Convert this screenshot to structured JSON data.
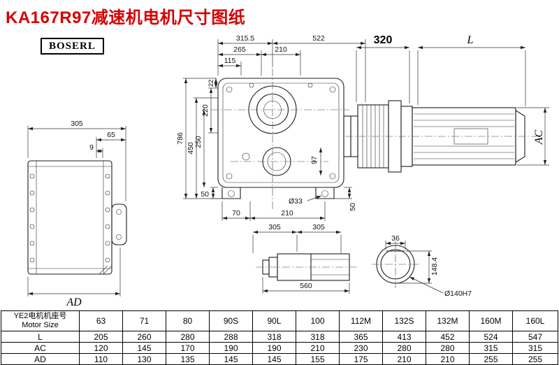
{
  "header": {
    "title": "KA167R97减速机电机尺寸图纸",
    "logo": "BOSERL"
  },
  "dims": {
    "side_305": "305",
    "side_65": "65",
    "side_9": "9",
    "side_ad": "AD",
    "front_315": "315.5",
    "front_522": "522",
    "front_265": "265",
    "front_210_top": "210",
    "front_115": "115",
    "front_22": "22",
    "front_220": "220",
    "front_250": "250",
    "front_450": "450",
    "front_786": "786",
    "front_97": "97",
    "front_50_left": "50",
    "front_50_right": "50",
    "front_o33": "Ø33",
    "front_70": "70",
    "front_210_bottom": "210",
    "base_305_a": "305",
    "base_305_b": "305",
    "shaft_560": "560",
    "key_36": "36",
    "key_148": "148.4",
    "bore": "Ø140H7",
    "motor_320": "320",
    "motor_l": "L",
    "motor_ac": "AC"
  },
  "table": {
    "header_cn": "YE2电机机座号",
    "header_en": "Motor Size",
    "sizes": [
      "63",
      "71",
      "80",
      "90S",
      "90L",
      "100",
      "112M",
      "132S",
      "132M",
      "160M",
      "160L"
    ],
    "rows": [
      {
        "label": "L",
        "values": [
          "205",
          "260",
          "280",
          "288",
          "318",
          "318",
          "365",
          "413",
          "452",
          "524",
          "547"
        ]
      },
      {
        "label": "AC",
        "values": [
          "120",
          "145",
          "170",
          "190",
          "190",
          "210",
          "230",
          "280",
          "280",
          "315",
          "315"
        ]
      },
      {
        "label": "AD",
        "values": [
          "110",
          "130",
          "135",
          "145",
          "145",
          "155",
          "175",
          "210",
          "210",
          "255",
          "255"
        ]
      }
    ]
  }
}
